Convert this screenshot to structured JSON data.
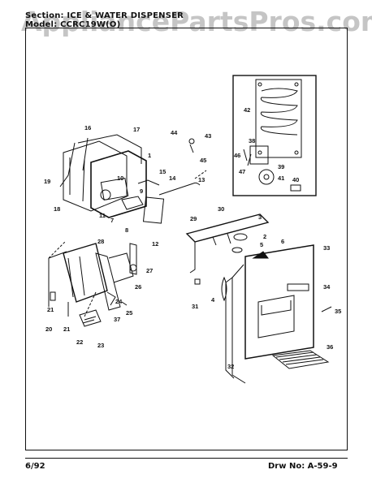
{
  "header": {
    "section": "Section: ICE & WATER DISPENSER",
    "model": "Model: CCRC19W(O)"
  },
  "watermark": "AppliancePartsPros.com",
  "footer": {
    "date": "6/92",
    "drawing": "Drw No: A-59-9"
  },
  "part_labels": [
    "1",
    "2",
    "3",
    "4",
    "5",
    "6",
    "7",
    "8",
    "9",
    "10",
    "11",
    "12",
    "13",
    "14",
    "15",
    "16",
    "17",
    "18",
    "19",
    "20",
    "21",
    "22",
    "23",
    "24",
    "25",
    "26",
    "27",
    "28",
    "29",
    "30",
    "31",
    "32",
    "33",
    "34",
    "35",
    "36",
    "37",
    "38",
    "39",
    "40",
    "41",
    "42",
    "43",
    "44",
    "45",
    "46",
    "47"
  ]
}
